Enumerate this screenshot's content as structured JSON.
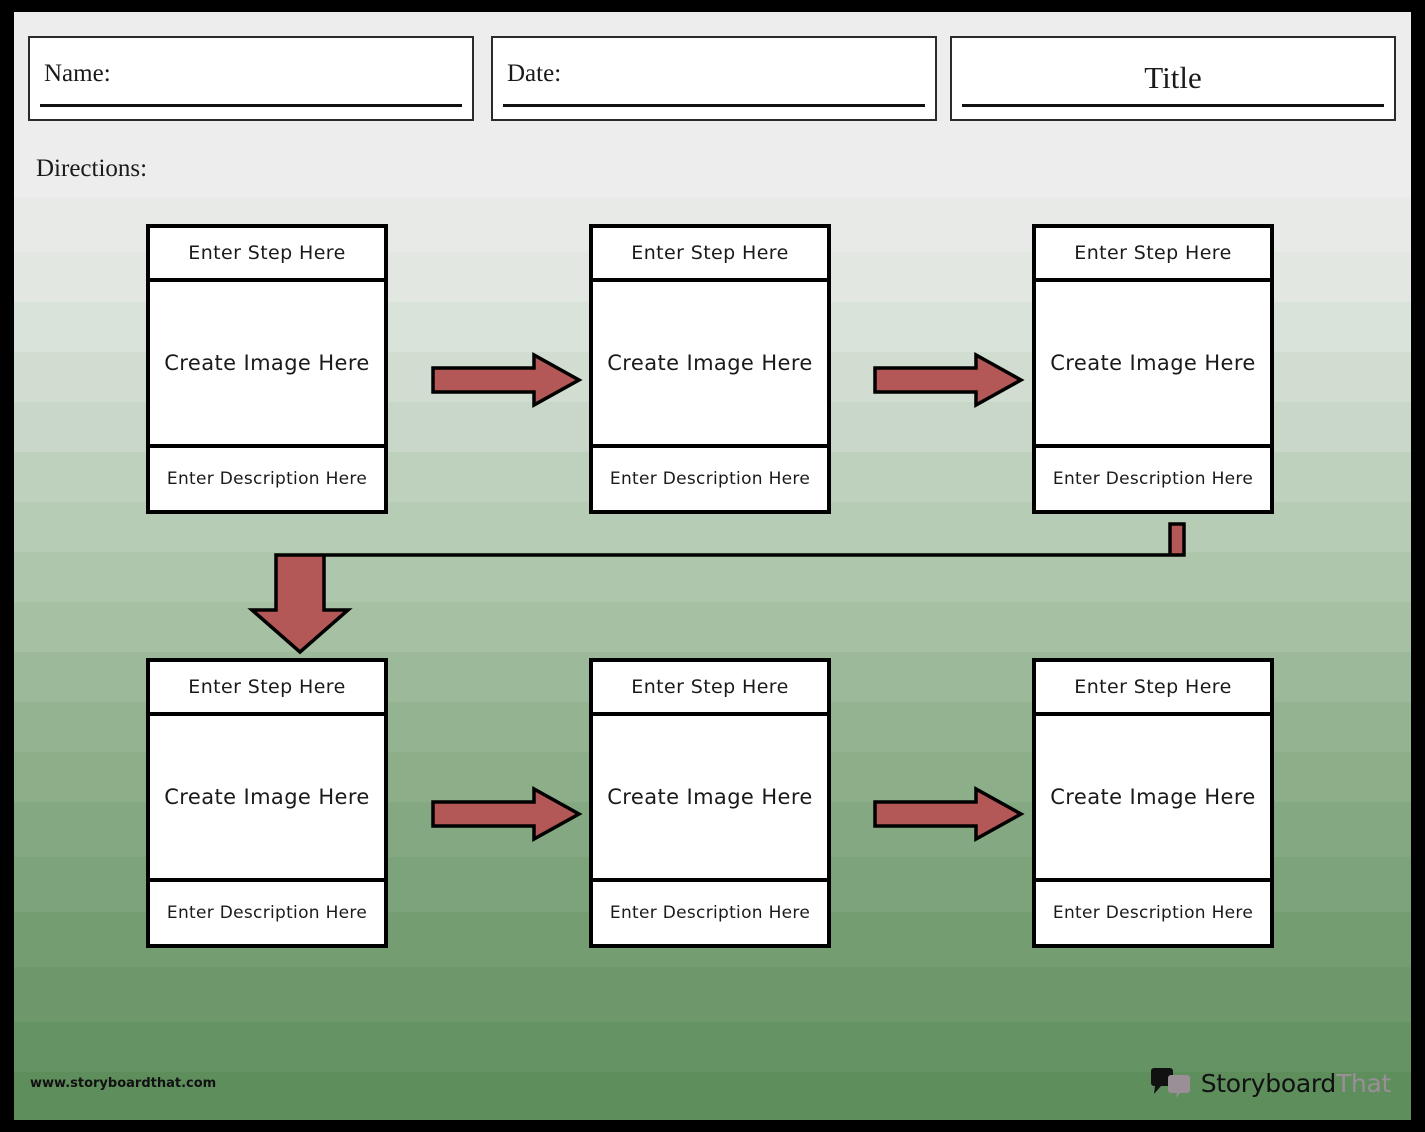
{
  "colors": {
    "arrow_fill": "#b35757",
    "arrow_stroke": "#000000",
    "frame": "#000000",
    "background_top": "#ededed",
    "background_bottom": "#5f8e5d",
    "brand_dark": "#111111",
    "brand_gray": "#9a8f96"
  },
  "header": {
    "name_label": "Name:",
    "date_label": "Date:",
    "title_label": "Title"
  },
  "directions": {
    "label": "Directions:"
  },
  "steps": [
    {
      "step": "Enter Step Here",
      "image": "Create Image Here",
      "description": "Enter Description Here"
    },
    {
      "step": "Enter Step Here",
      "image": "Create Image Here",
      "description": "Enter Description Here"
    },
    {
      "step": "Enter Step Here",
      "image": "Create Image Here",
      "description": "Enter Description Here"
    },
    {
      "step": "Enter Step Here",
      "image": "Create Image Here",
      "description": "Enter Description Here"
    },
    {
      "step": "Enter Step Here",
      "image": "Create Image Here",
      "description": "Enter Description Here"
    },
    {
      "step": "Enter Step Here",
      "image": "Create Image Here",
      "description": "Enter Description Here"
    }
  ],
  "connectors": [
    {
      "name": "arrow-step1-to-step2",
      "type": "right-arrow"
    },
    {
      "name": "arrow-step2-to-step3",
      "type": "right-arrow"
    },
    {
      "name": "arrow-step3-to-step4",
      "type": "wrap-down-arrow"
    },
    {
      "name": "arrow-step4-to-step5",
      "type": "right-arrow"
    },
    {
      "name": "arrow-step5-to-step6",
      "type": "right-arrow"
    }
  ],
  "footer": {
    "url": "www.storyboardthat.com",
    "brand_primary": "Storyboard",
    "brand_secondary": "That"
  }
}
